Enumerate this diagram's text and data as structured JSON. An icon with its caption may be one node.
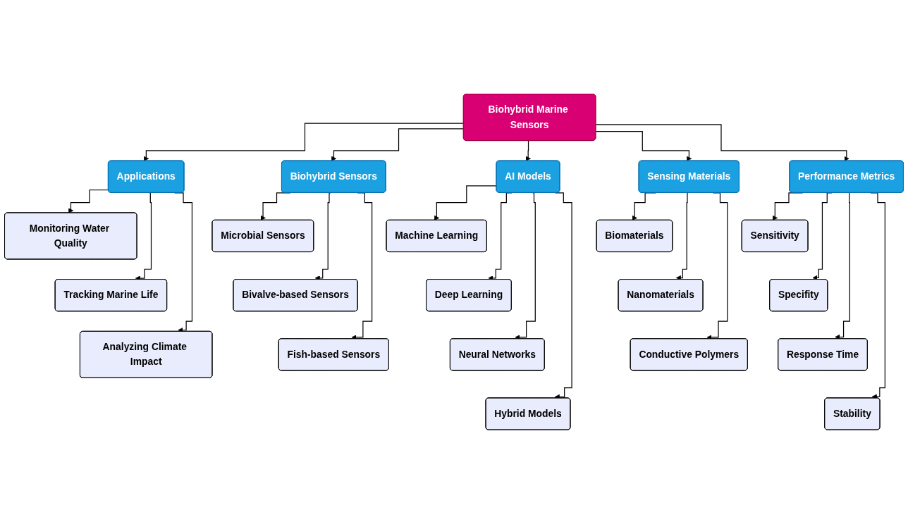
{
  "diagram": {
    "nodes": [
      {
        "text": [
          "Biohybrid Marine Sensors"
        ]
      },
      {
        "text": [
          "Applications"
        ]
      },
      {
        "text": [
          "Biohybrid Sensors"
        ]
      },
      {
        "text": [
          "AI Models"
        ]
      },
      {
        "text": [
          "Sensing Materials"
        ]
      },
      {
        "text": [
          "Performance Metrics"
        ]
      },
      {
        "text": [
          "Monitoring Water Quality"
        ]
      },
      {
        "text": [
          "Tracking Marine Life"
        ]
      },
      {
        "text": [
          "Analyzing Climate Impact"
        ]
      },
      {
        "text": [
          "Microbial Sensors"
        ]
      },
      {
        "text": [
          "Bivalve-based Sensors"
        ]
      },
      {
        "text": [
          "Fish-based Sensors"
        ]
      },
      {
        "text": [
          "Machine Learning"
        ]
      },
      {
        "text": [
          "Deep Learning"
        ]
      },
      {
        "text": [
          "Neural Networks"
        ]
      },
      {
        "text": [
          "Hybrid Models"
        ]
      },
      {
        "text": [
          "Biomaterials"
        ]
      },
      {
        "text": [
          "Nanomaterials"
        ]
      },
      {
        "text": [
          "Conductive Polymers"
        ]
      },
      {
        "text": [
          "Sensitivity"
        ]
      },
      {
        "text": [
          "Specifity"
        ]
      },
      {
        "text": [
          "Response Time"
        ]
      },
      {
        "text": [
          "Stability"
        ]
      }
    ],
    "edges": [
      {
        "from": 0,
        "to": 1,
        "arrow": "to"
      },
      {
        "from": 0,
        "to": 2,
        "arrow": "to"
      },
      {
        "from": 0,
        "to": 3,
        "arrow": "to"
      },
      {
        "from": 0,
        "to": 4,
        "arrow": "to"
      },
      {
        "from": 0,
        "to": 5,
        "arrow": "to"
      },
      {
        "from": 1,
        "to": 6,
        "arrow": "to"
      },
      {
        "from": 1,
        "to": 7,
        "arrow": "to"
      },
      {
        "from": 1,
        "to": 8,
        "arrow": "to"
      },
      {
        "from": 2,
        "to": 9,
        "arrow": "to"
      },
      {
        "from": 2,
        "to": 10,
        "arrow": "to"
      },
      {
        "from": 2,
        "to": 11,
        "arrow": "to"
      },
      {
        "from": 3,
        "to": 12,
        "arrow": "to"
      },
      {
        "from": 3,
        "to": 13,
        "arrow": "to"
      },
      {
        "from": 3,
        "to": 14,
        "arrow": "to"
      },
      {
        "from": 3,
        "to": 15,
        "arrow": "to"
      },
      {
        "from": 4,
        "to": 16,
        "arrow": "to"
      },
      {
        "from": 4,
        "to": 17,
        "arrow": "to"
      },
      {
        "from": 4,
        "to": 18,
        "arrow": "to"
      },
      {
        "from": 5,
        "to": 19,
        "arrow": "to"
      },
      {
        "from": 5,
        "to": 20,
        "arrow": "to"
      },
      {
        "from": 5,
        "to": 21,
        "arrow": "to"
      },
      {
        "from": 5,
        "to": 22,
        "arrow": "to"
      }
    ]
  }
}
